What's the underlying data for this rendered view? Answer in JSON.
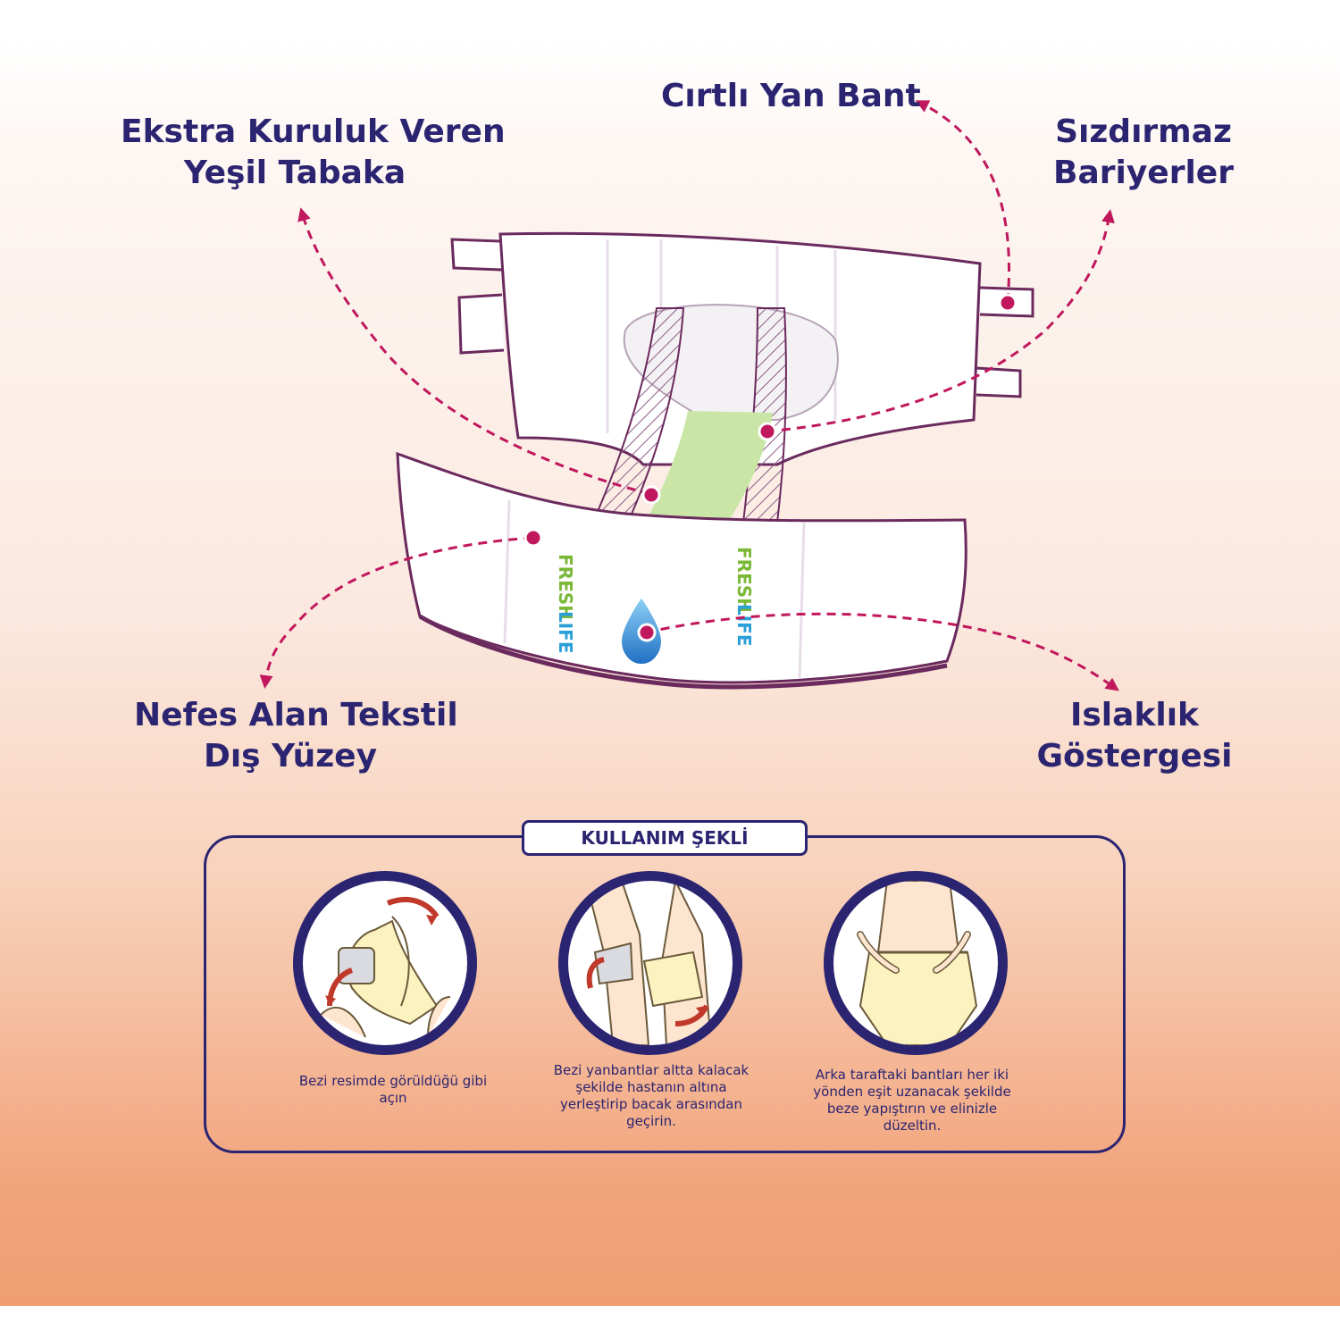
{
  "features": {
    "side_tape": "Cırtlı Yan Bant",
    "green_layer_line1": "Ekstra Kuruluk Veren",
    "green_layer_line2": "Yeşil Tabaka",
    "barriers_line1": "Sızdırmaz",
    "barriers_line2": "Bariyerler",
    "textile_line1": "Nefes Alan Tekstil",
    "textile_line2": "Dış Yüzey",
    "wetness_line1": "Islaklık",
    "wetness_line2": "Göstergesi"
  },
  "brand": {
    "logo_text_fresh": "FRESH",
    "logo_text_life": "LIFE"
  },
  "usage": {
    "title": "KULLANIM ŞEKLİ",
    "steps": [
      {
        "text_line1": "Bezi resimde görüldüğü gibi",
        "text_line2": "açın",
        "text_line3": "",
        "text_line4": ""
      },
      {
        "text_line1": "Bezi yanbantlar altta kalacak",
        "text_line2": "şekilde hastanın altına",
        "text_line3": "yerleştirip bacak arasından",
        "text_line4": "geçirin."
      },
      {
        "text_line1": "Arka taraftaki bantları her iki",
        "text_line2": "yönden eşit uzanacak şekilde",
        "text_line3": "beze yapıştırın ve elinizle",
        "text_line4": "düzeltin."
      }
    ]
  },
  "colors": {
    "text": "#2b2470",
    "callout": "#c0175d",
    "diaper_outline": "#6b2a5e",
    "green_core": "#c9e6a6",
    "drop": "#3a8fd9"
  }
}
